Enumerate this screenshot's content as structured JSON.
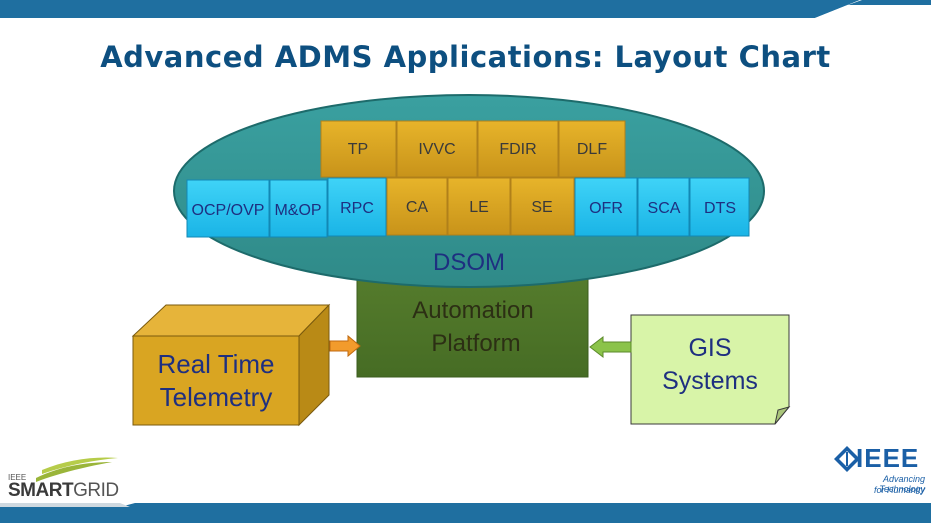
{
  "title": "Advanced ADMS Applications: Layout Chart",
  "colors": {
    "band": "#1f6fa0",
    "ellipse": "#3f9d9a",
    "gold": "#dba61d",
    "cyan": "#27c8f0",
    "green": "#4f7a2a",
    "telemetry": "#d9a522",
    "gis": "#d8f4a8",
    "arrow_orange": "#f29b2c",
    "arrow_green": "#8bc34a"
  },
  "diagram": {
    "top_row": [
      "TP",
      "IVVC",
      "FDIR",
      "DLF"
    ],
    "bottom_row": [
      {
        "label": "OCP/OVP",
        "color": "cyan"
      },
      {
        "label": "M&OP",
        "color": "cyan"
      },
      {
        "label": "RPC",
        "color": "cyan"
      },
      {
        "label": "CA",
        "color": "gold"
      },
      {
        "label": "LE",
        "color": "gold"
      },
      {
        "label": "SE",
        "color": "gold"
      },
      {
        "label": "OFR",
        "color": "cyan"
      },
      {
        "label": "SCA",
        "color": "cyan"
      },
      {
        "label": "DTS",
        "color": "cyan"
      }
    ],
    "dsom": "DSOM",
    "platform": [
      "Automation",
      "Platform"
    ],
    "telemetry": [
      "Real Time",
      "Telemetry"
    ],
    "gis": [
      "GIS",
      "Systems"
    ]
  },
  "branding": {
    "ieee": "IEEE",
    "ieee_tagline_1": "Advancing Technology",
    "ieee_tagline_2": "for Humanity",
    "smartgrid_small": "IEEE",
    "smartgrid_smart": "SMART",
    "smartgrid_grid": "GRID"
  }
}
